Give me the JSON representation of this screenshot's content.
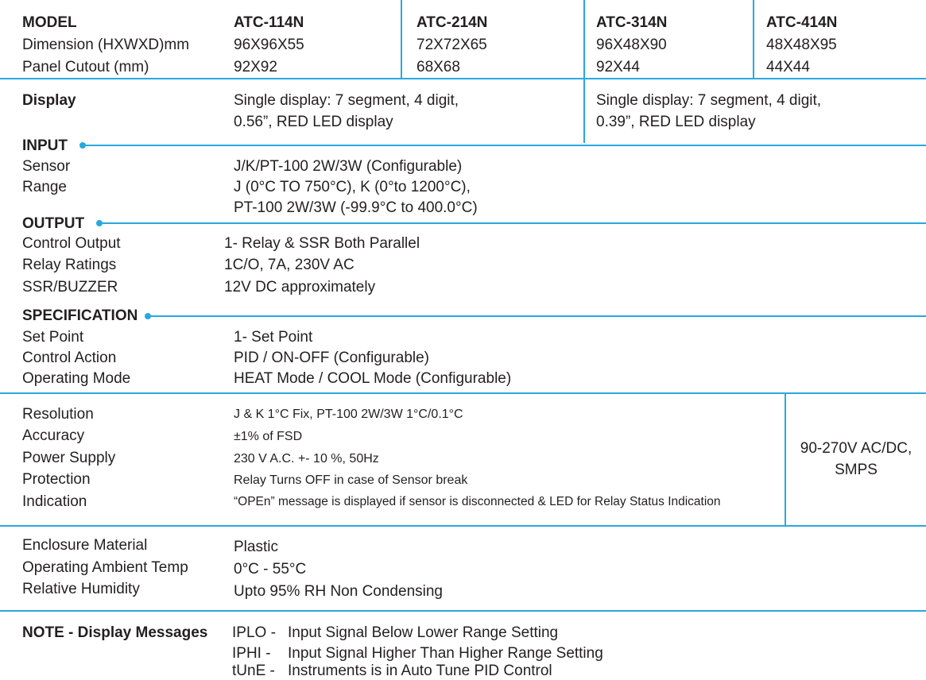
{
  "header": {
    "label_model": "MODEL",
    "label_dimension": "Dimension (HXWXD)mm",
    "label_cutout": "Panel Cutout (mm)",
    "models": [
      {
        "name": "ATC-114N",
        "dimension": "96X96X55",
        "cutout": "92X92"
      },
      {
        "name": "ATC-214N",
        "dimension": "72X72X65",
        "cutout": "68X68"
      },
      {
        "name": "ATC-314N",
        "dimension": "96X48X90",
        "cutout": "92X44"
      },
      {
        "name": "ATC-414N",
        "dimension": "48X48X95",
        "cutout": "44X44"
      }
    ]
  },
  "display": {
    "label": "Display",
    "left_line1": "Single display: 7 segment, 4 digit,",
    "left_line2": "0.56”, RED LED display",
    "right_line1": "Single display: 7 segment, 4 digit,",
    "right_line2": "0.39”, RED LED display"
  },
  "input": {
    "title": "INPUT",
    "rows": [
      {
        "label": "Sensor",
        "value": "J/K/PT-100 2W/3W (Configurable)"
      },
      {
        "label": "Range",
        "value": "J (0°C TO 750°C),  K (0°to 1200°C),"
      },
      {
        "label": "",
        "value": "PT-100 2W/3W (-99.9°C to 400.0°C)"
      }
    ]
  },
  "output": {
    "title": "OUTPUT",
    "rows": [
      {
        "label": "Control Output",
        "value": "1- Relay & SSR Both Parallel"
      },
      {
        "label": "Relay Ratings",
        "value": "1C/O, 7A, 230V AC"
      },
      {
        "label": "SSR/BUZZER",
        "value": "12V DC approximately"
      }
    ]
  },
  "specification": {
    "title": "SPECIFICATION",
    "rows": [
      {
        "label": "Set Point",
        "value": "1- Set Point"
      },
      {
        "label": "Control Action",
        "value": "PID / ON-OFF (Configurable)"
      },
      {
        "label": "Operating Mode",
        "value": "HEAT Mode / COOL Mode (Configurable)"
      }
    ]
  },
  "general": {
    "rows": [
      {
        "label": "Resolution",
        "value": "J & K 1°C Fix, PT-100 2W/3W  1°C/0.1°C"
      },
      {
        "label": "Accuracy",
        "value": "±1% of FSD"
      },
      {
        "label": "Power Supply",
        "value": "230 V A.C. +- 10 %, 50Hz"
      },
      {
        "label": "Protection",
        "value": "Relay Turns OFF in case of Sensor break"
      },
      {
        "label": "Indication",
        "value": "“OPEn” message is displayed if sensor is disconnected & LED for Relay Status Indication"
      }
    ],
    "power_line1": "90-270V AC/DC,",
    "power_line2": "SMPS"
  },
  "environment": {
    "rows": [
      {
        "label": "Enclosure Material",
        "value": "Plastic"
      },
      {
        "label": "Operating Ambient Temp",
        "value": "0°C - 55°C"
      },
      {
        "label": "Relative Humidity",
        "value": "Upto 95% RH Non Condensing"
      }
    ]
  },
  "note": {
    "label": "NOTE - Display Messages",
    "rows": [
      {
        "code": "IPLO -",
        "text": "Input Signal Below Lower Range Setting"
      },
      {
        "code": "IPHI -",
        "text": "Input Signal Higher Than Higher Range Setting"
      },
      {
        "code": "tUnE -",
        "text": "Instruments is in Auto Tune PID Control"
      }
    ]
  },
  "colors": {
    "accent": "#29a8e0",
    "text": "#231f20"
  }
}
